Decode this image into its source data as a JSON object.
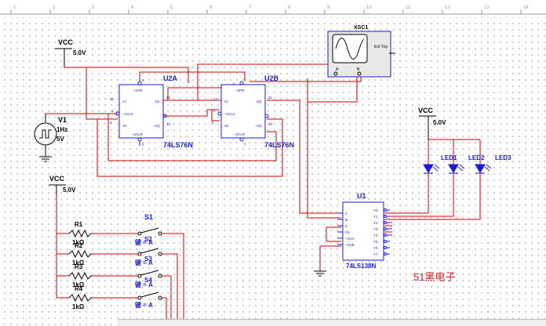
{
  "ruler": {
    "ticks": [
      "1",
      "2",
      "3",
      "4",
      "5",
      "6",
      "7",
      "8",
      "9",
      "10",
      "11",
      "12",
      "13",
      "14"
    ]
  },
  "power": {
    "vcc1": {
      "name": "VCC",
      "voltage": "5.0V"
    },
    "vcc2": {
      "name": "VCC",
      "voltage": "5.0V"
    },
    "vcc3": {
      "name": "VCC",
      "voltage": "5.0V"
    }
  },
  "source": {
    "ref": "V1",
    "freq": "1Hz",
    "amp": "5V"
  },
  "u2a": {
    "ref": "U2A",
    "part": "74LS76N",
    "pins": {
      "pr": "~1PR",
      "j": "1J",
      "clk": "~1CLK",
      "k": "1K",
      "clr": "~1CLR",
      "q": "1Q",
      "qn": "~1Q",
      "n4": "4",
      "n16": "16",
      "n1": "1",
      "n3": "3",
      "n2": "2",
      "n14": "14",
      "n15": "15"
    }
  },
  "u2b": {
    "ref": "U2B",
    "part": "74LS76N",
    "pins": {
      "pr": "~2PR",
      "j": "2J",
      "clk": "~2CLK",
      "k": "2K",
      "clr": "~2CLR",
      "q": "2Q",
      "qn": "~2Q",
      "n9": "9",
      "n12": "12",
      "n6": "6",
      "n8": "8",
      "n7": "7",
      "n11": "11",
      "n10": "10"
    }
  },
  "scope": {
    "ref": "XSC1",
    "ext": "Ext Trig",
    "a": "A",
    "b": "B"
  },
  "u1": {
    "ref": "U1",
    "part": "74LS138N",
    "left_pins": [
      "A",
      "B",
      "C",
      "G1",
      "~G2A",
      "~G2B"
    ],
    "right_pins": [
      "Y0",
      "Y1",
      "Y2",
      "Y3",
      "Y4",
      "Y5",
      "Y6",
      "Y7"
    ]
  },
  "leds": [
    "LED1",
    "LED2",
    "LED3"
  ],
  "switch": {
    "ref": "S1",
    "keys": [
      "S2",
      "S3",
      "S4"
    ],
    "key_label": "键 = A"
  },
  "resistors": [
    {
      "ref": "R1",
      "value": "1kΩ"
    },
    {
      "ref": "R2",
      "value": "1kΩ"
    },
    {
      "ref": "R3",
      "value": "1kΩ"
    },
    {
      "ref": "R4",
      "value": "1kΩ"
    }
  ],
  "watermark": "51黑电子",
  "colors": {
    "wire": "#cc0000",
    "component": "#1a1ad6",
    "label": "#000000"
  }
}
